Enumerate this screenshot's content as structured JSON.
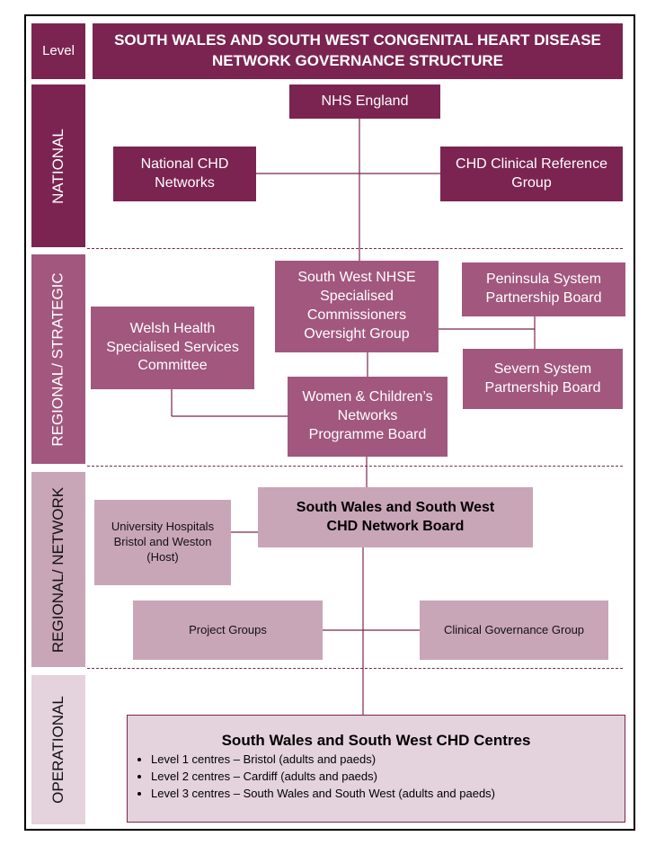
{
  "header": {
    "level_label": "Level",
    "title_line1": "SOUTH WALES AND SOUTH WEST CONGENITAL HEART DISEASE",
    "title_line2": "NETWORK GOVERNANCE STRUCTURE"
  },
  "levels": {
    "national": "NATIONAL",
    "strategic": "REGIONAL/ STRATEGIC",
    "network": "REGIONAL/ NETWORK",
    "operational": "OPERATIONAL"
  },
  "nodes": {
    "nhs_england": "NHS England",
    "national_chd_line1": "National CHD",
    "national_chd_line2": "Networks",
    "chd_crg_line1": "CHD Clinical Reference",
    "chd_crg_line2": "Group",
    "sw_nhse_line1": "South West NHSE",
    "sw_nhse_line2": "Specialised",
    "sw_nhse_line3": "Commissioners",
    "sw_nhse_line4": "Oversight Group",
    "peninsula_line1": "Peninsula System",
    "peninsula_line2": "Partnership Board",
    "welsh_line1": "Welsh Health",
    "welsh_line2": "Specialised Services",
    "welsh_line3": "Committee",
    "severn_line1": "Severn System",
    "severn_line2": "Partnership Board",
    "wcn_line1": "Women & Children’s",
    "wcn_line2": "Networks",
    "wcn_line3": "Programme Board",
    "uhbw_line1": "University Hospitals",
    "uhbw_line2": "Bristol and Weston",
    "uhbw_line3": "(Host)",
    "network_board_line1": "South Wales and South West",
    "network_board_line2": "CHD Network Board",
    "project_groups": "Project Groups",
    "clinical_governance": "Clinical Governance Group"
  },
  "centres": {
    "title": "South Wales and South West CHD Centres",
    "items": [
      "Level 1 centres – Bristol (adults and paeds)",
      "Level 2 centres – Cardiff (adults and paeds)",
      "Level 3 centres – South  Wales and South West (adults and paeds)"
    ]
  },
  "colors": {
    "national": "#7b2451",
    "strategic": "#a2577e",
    "network": "#c9a5b8",
    "operational": "#e4d2dc"
  }
}
